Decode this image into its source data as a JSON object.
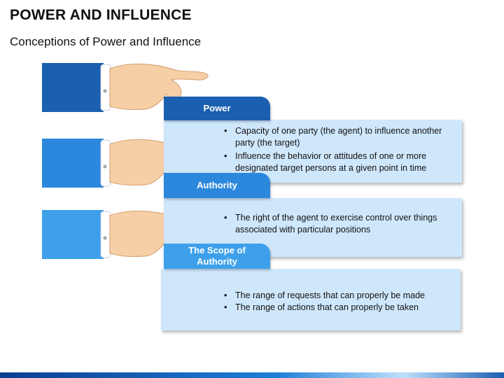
{
  "slide": {
    "title": "POWER AND INFLUENCE",
    "subtitle": "Conceptions of Power and Influence"
  },
  "colors": {
    "sleeve_1": "#1a5fb0",
    "sleeve_2": "#2c88dc",
    "sleeve_3": "#3ea0ea",
    "tab_1": "#1a5fb0",
    "tab_2": "#2c88dc",
    "tab_3": "#3ea0ea",
    "panel": "#cfe7fb",
    "skin": "#f6cfa6"
  },
  "sections": [
    {
      "label": "Power",
      "bullets": [
        "Capacity of one party (the agent) to influence another party (the target)",
        "Influence the behavior or attitudes of one or more designated target persons at a given point in time"
      ]
    },
    {
      "label": "Authority",
      "bullets": [
        "The right of the agent to exercise control over things associated with particular positions"
      ]
    },
    {
      "label": "The Scope of Authority",
      "bullets": [
        "The range of requests that can properly be made",
        "The range of actions that can properly be taken"
      ]
    }
  ]
}
